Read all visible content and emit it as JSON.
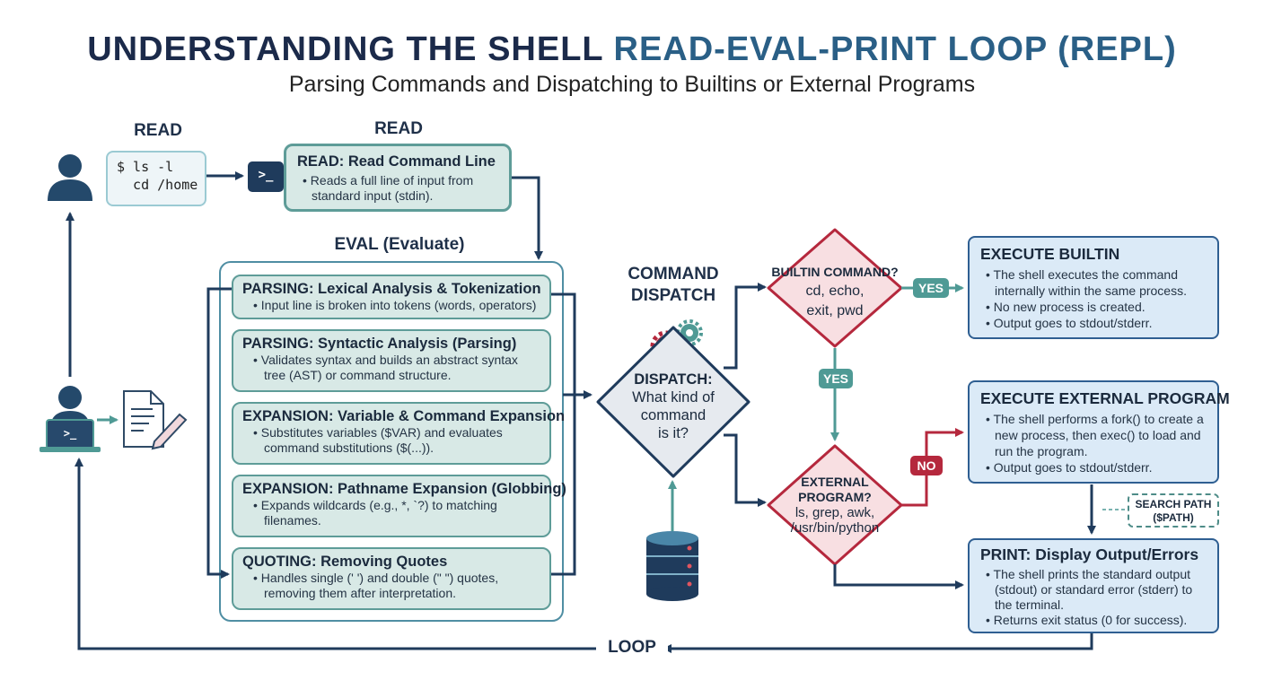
{
  "title": {
    "main": "UNDERSTANDING THE SHELL ",
    "accent": "READ-EVAL-PRINT LOOP (REPL)"
  },
  "subtitle": "Parsing Commands and Dispatching to Builtins or External Programs",
  "labels": {
    "read_left": "READ",
    "read_top": "READ",
    "eval": "EVAL (Evaluate)",
    "command_dispatch_1": "COMMAND",
    "command_dispatch_2": "DISPATCH",
    "loop": "LOOP"
  },
  "input_bubble": {
    "line1": "$ ls -l",
    "line2": "  cd /home"
  },
  "terminal_prompt": ">_",
  "laptop_prompt": ">_",
  "read_box": {
    "heading": "READ: Read Command Line",
    "bullet": "• Reads a full line of input from standard input (stdin)."
  },
  "eval_steps": [
    {
      "heading": "PARSING: Lexical Analysis & Tokenization",
      "bullets": [
        "• Input line is broken into tokens (words, operators)"
      ]
    },
    {
      "heading": "PARSING: Syntactic Analysis (Parsing)",
      "bullets": [
        "• Validates syntax and builds an abstract syntax tree (AST) or command structure."
      ]
    },
    {
      "heading": "EXPANSION: Variable & Command Expansion",
      "bullets": [
        "• Substitutes variables ($VAR) and evaluates command substitutions ($(...))."
      ]
    },
    {
      "heading": "EXPANSION: Pathname Expansion (Globbing)",
      "bullets": [
        "• Expands wildcards (e.g., *, `?) to matching filenames."
      ]
    },
    {
      "heading": "QUOTING: Removing Quotes",
      "bullets": [
        "• Handles single (' ') and double (\" \") quotes, removing them after interpretation."
      ]
    }
  ],
  "dispatch": {
    "title": "DISPATCH:",
    "line1": "What kind of",
    "line2": "command",
    "line3": "is it?"
  },
  "builtin_q": {
    "title": "BUILTIN COMMAND?",
    "line1": "cd, echo,",
    "line2": "exit, pwd"
  },
  "external_q": {
    "title1": "EXTERNAL",
    "title2": "PROGRAM?",
    "line1": "ls, grep, awk,",
    "line2": "/usr/bin/python"
  },
  "pills": {
    "yes_right": "YES",
    "yes_down": "YES",
    "no": "NO"
  },
  "execute_builtin": {
    "heading": "EXECUTE BUILTIN",
    "bullets": [
      "• The shell executes the command internally within the same process.",
      "• No new process is created.",
      "• Output goes to stdout/stderr."
    ]
  },
  "execute_external": {
    "heading": "EXECUTE EXTERNAL PROGRAM",
    "bullets": [
      "• The shell performs a fork() to create a new process, then exec() to load and run the program.",
      "• Output goes to stdout/stderr."
    ]
  },
  "search_path": {
    "line1": "SEARCH PATH",
    "line2": "($PATH)"
  },
  "print_box": {
    "heading": "PRINT: Display Output/Errors",
    "bullets": [
      "• The shell prints the standard output (stdout) or standard error (stderr) to the terminal.",
      "• Returns exit status (0 for success)."
    ]
  },
  "colors": {
    "navy": "#1f3b5c",
    "teal": "#4f9a95",
    "crimson": "#b5283d",
    "green_fill": "#d8e9e6",
    "blue_fill": "#dbeaf7",
    "pink_fill": "#f8dfe2"
  }
}
